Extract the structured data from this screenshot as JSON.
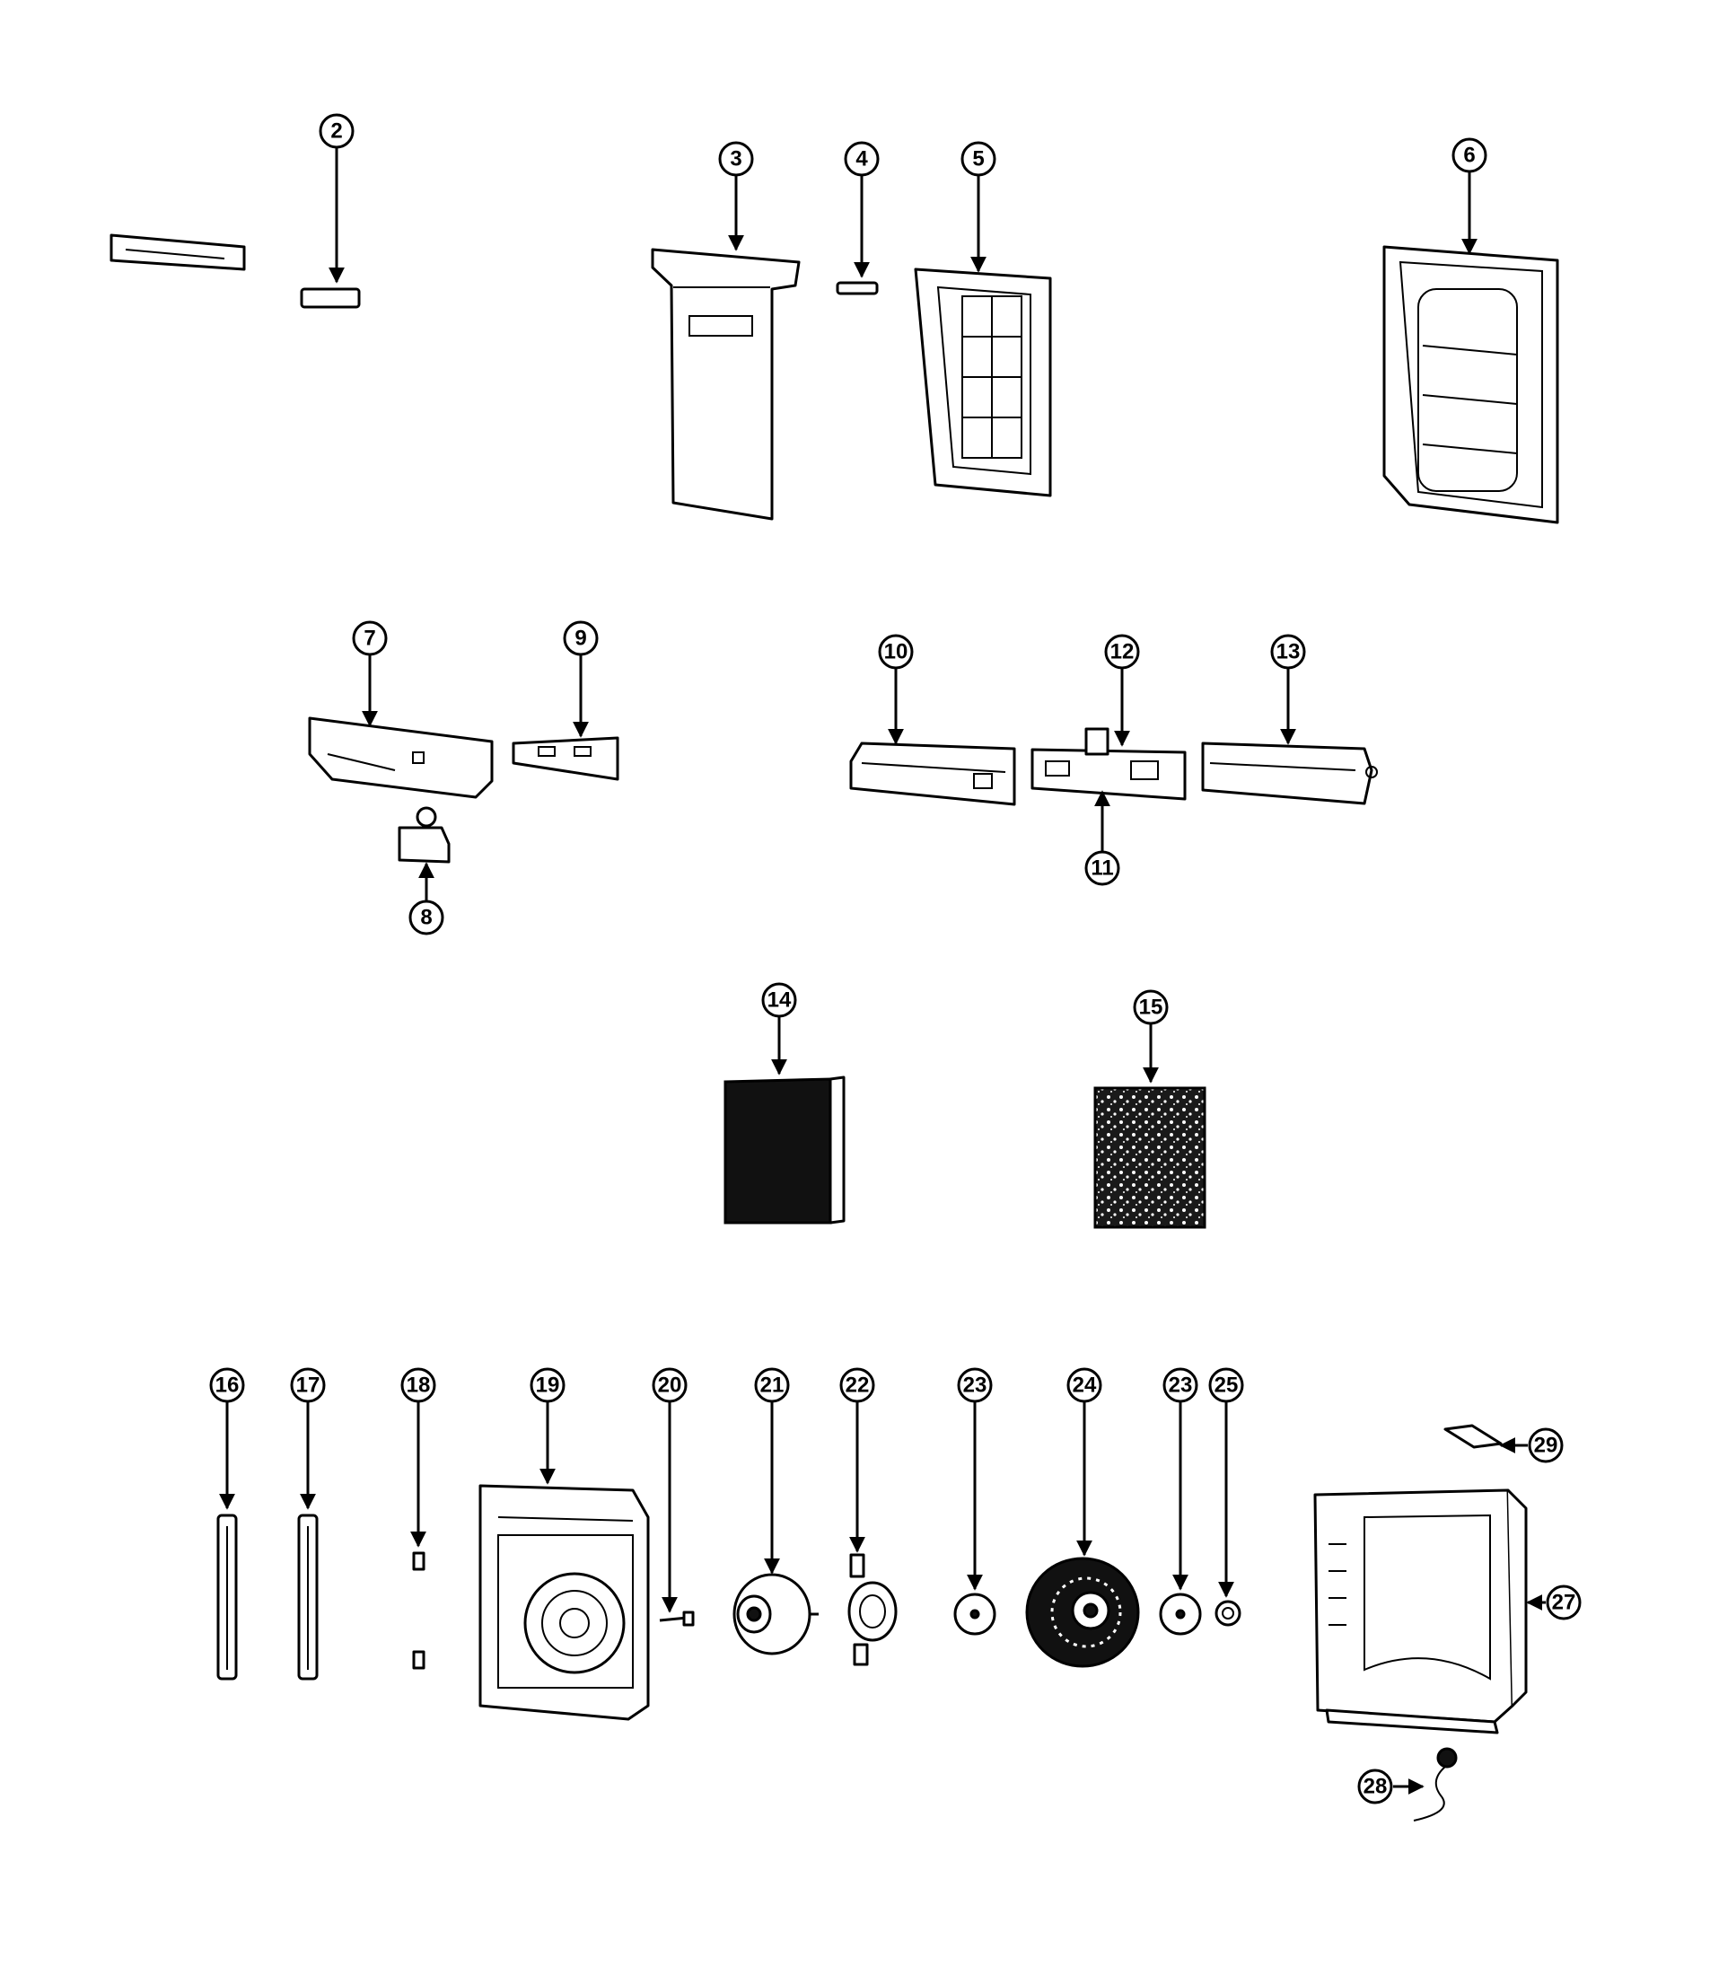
{
  "colors": {
    "ink": "#000000",
    "paper": "#ffffff"
  },
  "callouts": {
    "c2": "2",
    "c3": "3",
    "c4": "4",
    "c5": "5",
    "c6": "6",
    "c7": "7",
    "c8": "8",
    "c9": "9",
    "c10": "10",
    "c11": "11",
    "c12": "12",
    "c13": "13",
    "c14": "14",
    "c15": "15",
    "c16": "16",
    "c17": "17",
    "c18": "18",
    "c19": "19",
    "c20": "20",
    "c21": "21",
    "c22": "22",
    "c23a": "23",
    "c24": "24",
    "c23b": "23",
    "c25": "25",
    "c27": "27",
    "c28": "28",
    "c29": "29"
  }
}
